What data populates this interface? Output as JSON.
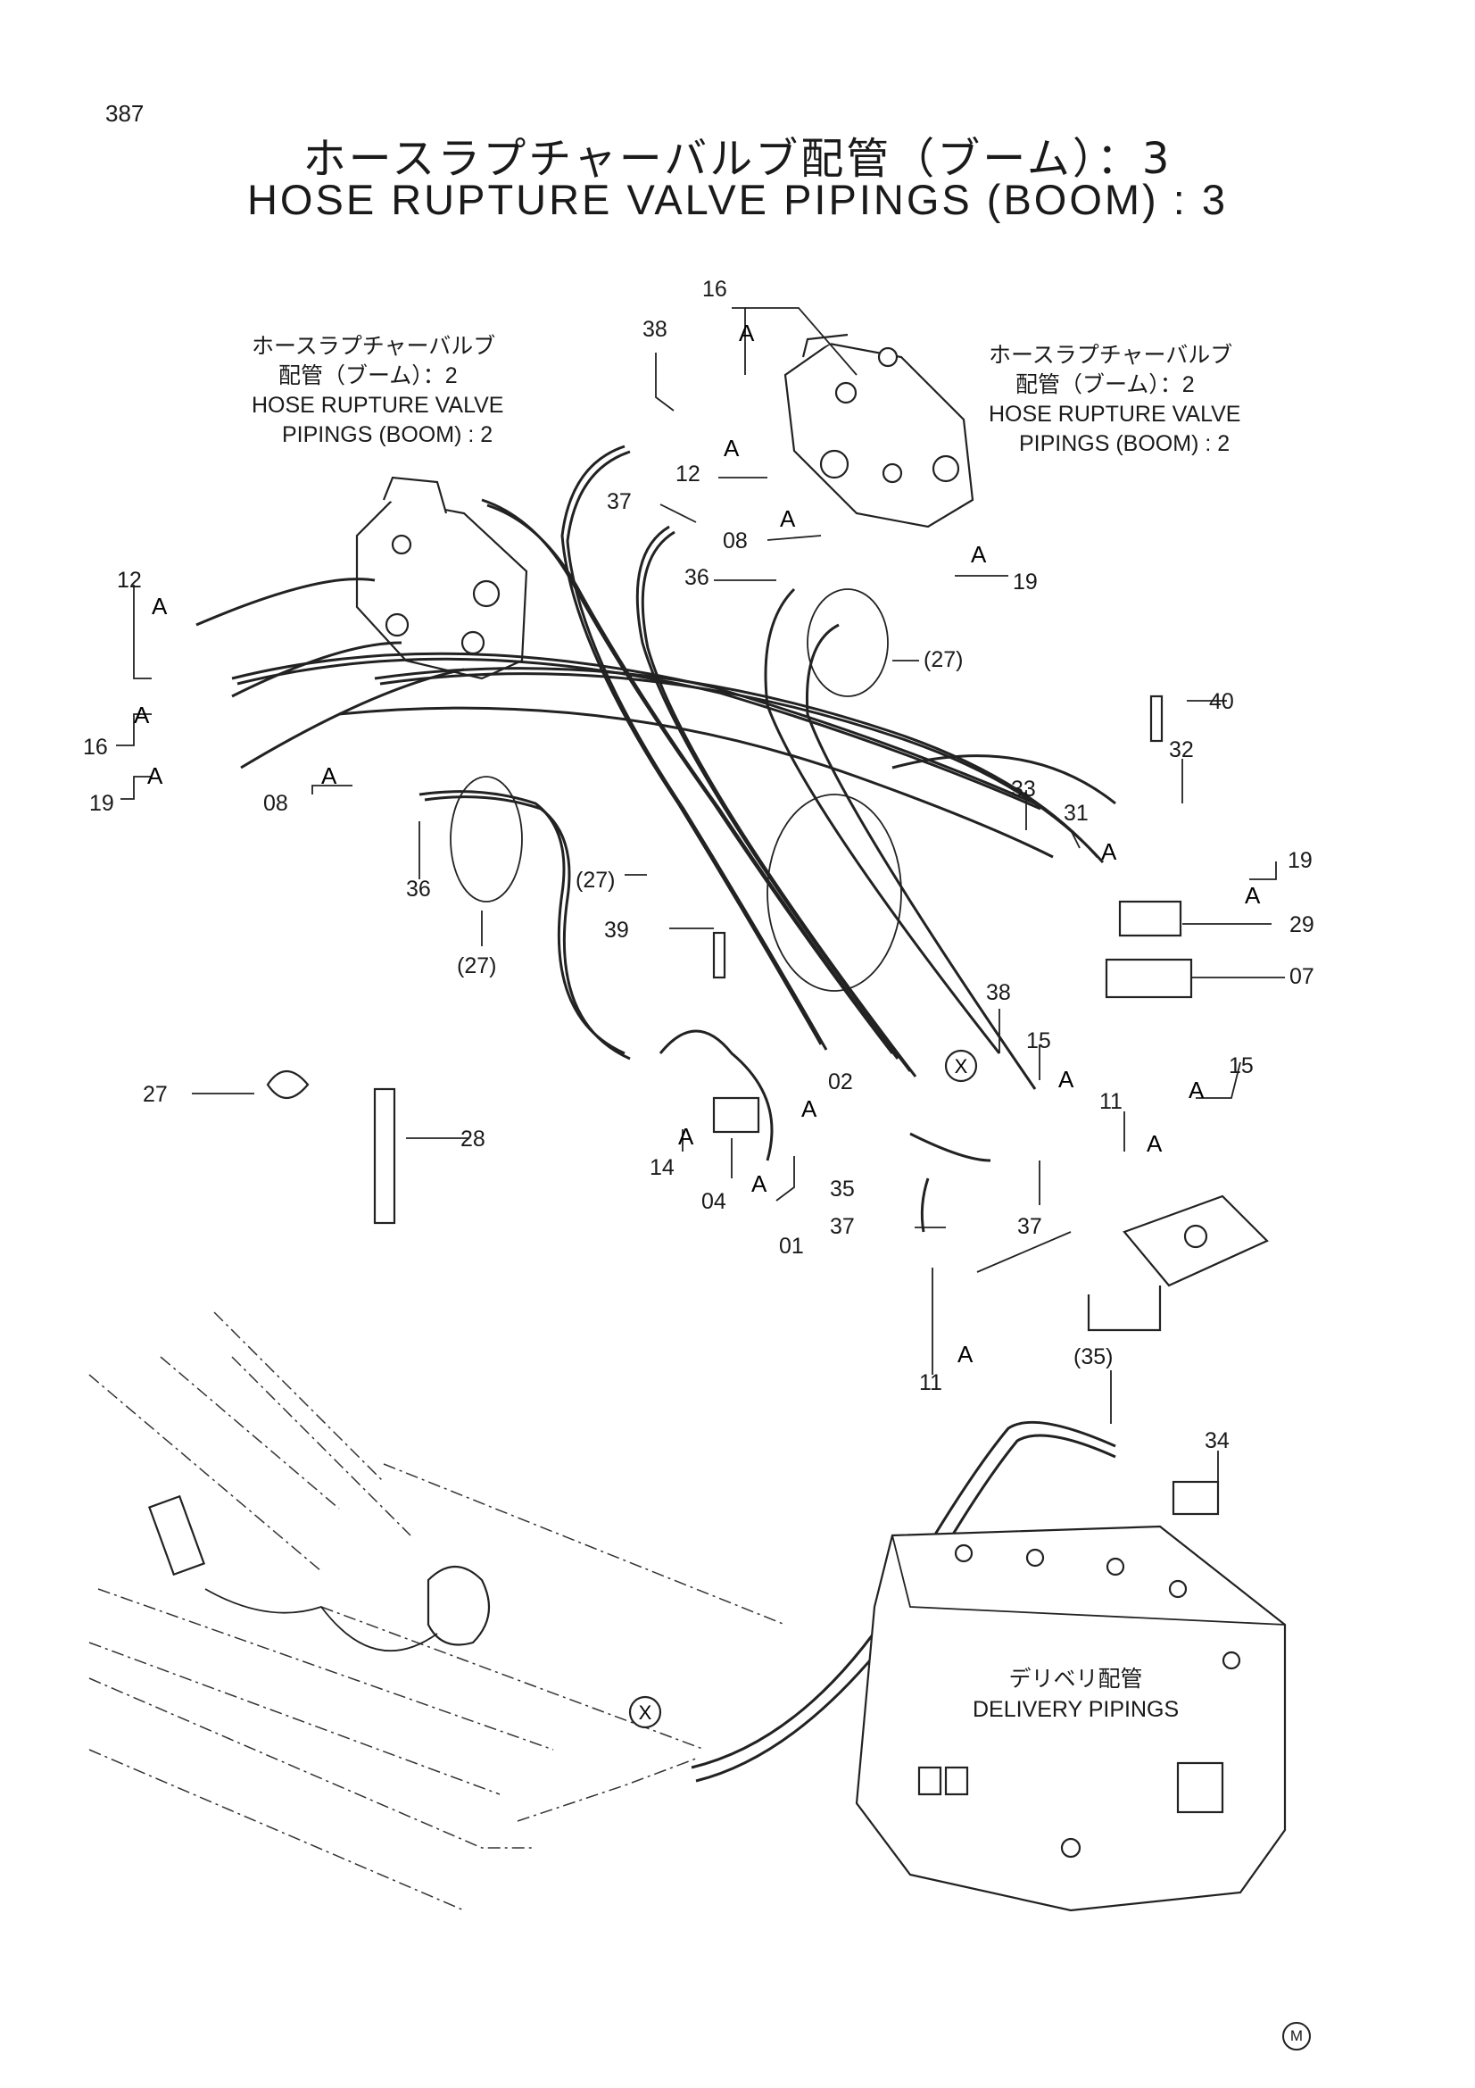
{
  "page_number": "387",
  "title_jp": "ホースラプチャーバルブ配管（ブーム）：3",
  "title_en": "HOSE RUPTURE VALVE PIPINGS (BOOM) : 3",
  "note_left": {
    "jp1": "ホースラプチャーバルブ",
    "jp2": "配管（ブーム）：2",
    "en1": "HOSE RUPTURE VALVE",
    "en2": "PIPINGS (BOOM) : 2"
  },
  "note_right": {
    "jp1": "ホースラプチャーバルブ",
    "jp2": "配管（ブーム）：2",
    "en1": "HOSE RUPTURE VALVE",
    "en2": "PIPINGS (BOOM) : 2"
  },
  "delivery": {
    "jp": "デリベリ配管",
    "en": "DELIVERY PIPINGS"
  },
  "corner_mark": "M",
  "ref_marks": {
    "a": "A",
    "x": "X"
  },
  "part_labels": [
    "16",
    "38",
    "12",
    "37",
    "08",
    "36",
    "19",
    "(27)",
    "40",
    "32",
    "33",
    "31",
    "19",
    "29",
    "07",
    "12",
    "16",
    "19",
    "08",
    "36",
    "(27)",
    "(27)",
    "39",
    "38",
    "15",
    "15",
    "11",
    "02",
    "27",
    "28",
    "14",
    "04",
    "35",
    "01",
    "37",
    "37",
    "11",
    "(35)",
    "34"
  ]
}
